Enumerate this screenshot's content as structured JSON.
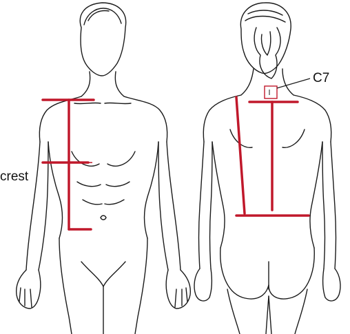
{
  "labels": {
    "crest": "crest",
    "c7": "C7"
  },
  "colors": {
    "measure_line": "#c0182b",
    "outline": "#1a1a1a"
  },
  "figures": {
    "front": "front-view-body-outline",
    "back": "back-view-body-outline"
  }
}
